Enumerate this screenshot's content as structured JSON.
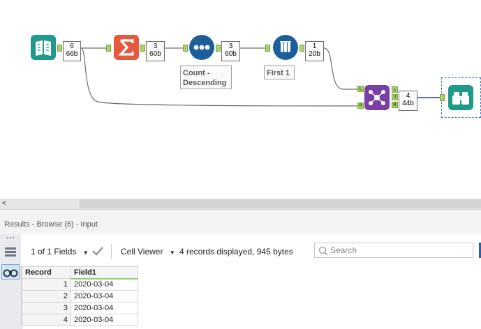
{
  "workflow": {
    "input_count": {
      "records": "6",
      "bytes": "66b"
    },
    "summarize_count": {
      "records": "3",
      "bytes": "60b"
    },
    "sort_count": {
      "records": "3",
      "bytes": "60b"
    },
    "sort_annotation": "Count - Descending",
    "sample_count": {
      "records": "1",
      "bytes": "20b"
    },
    "sample_annotation": "First 1",
    "join_count": {
      "records": "4",
      "bytes": "44b"
    },
    "join_anchors": {
      "left_in": "L",
      "right_in": "R",
      "left_out": "L",
      "join_out": "J",
      "right_out": "R"
    }
  },
  "scroll": {
    "left_arrow": "<"
  },
  "results": {
    "title": "Results - Browse (6) - Input",
    "fields_label": "1 of 1 Fields",
    "viewer_label": "Cell Viewer",
    "status": "4 records displayed, 945 bytes",
    "search_placeholder": "Search"
  },
  "table": {
    "headers": [
      "Record",
      "Field1"
    ],
    "rows": [
      {
        "record": "1",
        "field1": "2020-03-04"
      },
      {
        "record": "2",
        "field1": "2020-03-04"
      },
      {
        "record": "3",
        "field1": "2020-03-04"
      },
      {
        "record": "4",
        "field1": "2020-03-04"
      }
    ]
  },
  "colors": {
    "input_tool": "#1f9a8a",
    "summarize_tool": "#e5593f",
    "sort_tool": "#1c5e9c",
    "sample_tool": "#1c5e9c",
    "join_tool": "#7a3fa5",
    "browse_tool": "#1f9a8a",
    "anchor": "#a9d36b",
    "connection": "#6d6d6d",
    "selected_connection": "#2b2bd6"
  }
}
